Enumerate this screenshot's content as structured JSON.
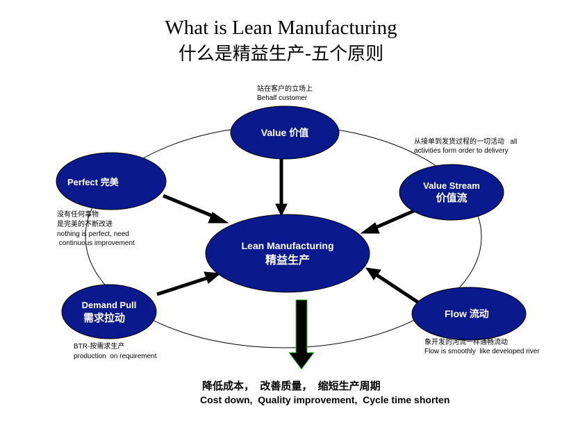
{
  "title": {
    "en": "What is Lean Manufacturing",
    "zh": "什么是精益生产-五个原则"
  },
  "center": {
    "line1": "Lean Manufacturing",
    "line2": "精益生产"
  },
  "nodes": {
    "value": {
      "label": "Value 价值",
      "note_zh": "站在客户的立场上",
      "note_en": "Behalf customer"
    },
    "value_stream": {
      "line1": "Value Stream",
      "line2": "价值流",
      "note_zh": "从接单到发货过程的一切活动   all",
      "note_en": "activities form order to delivery"
    },
    "flow": {
      "label": "Flow  流动",
      "note_zh": "象开发的河流一样通畅流动",
      "note_en": "Flow is smoothly  like developed river"
    },
    "demand_pull": {
      "line1": "Demand Pull",
      "line2": "需求拉动",
      "note_zh": "BTR-按需求生产",
      "note_en": "production  on requirement"
    },
    "perfect": {
      "label": "Perfect  完美",
      "note_zh1": "没有任何事物",
      "note_zh2": "是完美的不断改进",
      "note_en1": "nothing is perfect, need",
      "note_en2": " continuous improvement"
    }
  },
  "result": {
    "zh": "降低成本，  改善质量，  缩短生产周期",
    "en": "Cost down,  Quality improvement,  Cycle time shorten"
  },
  "colors": {
    "node_fill": "#0a1a8c",
    "node_stroke": "#000000",
    "arrow_fill": "#000000",
    "down_arrow_outline": "#2ed12e"
  }
}
